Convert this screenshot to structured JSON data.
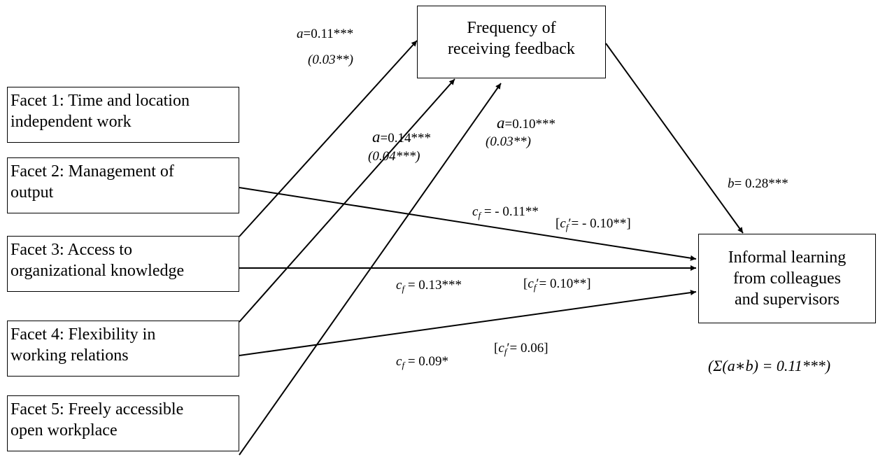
{
  "nodes": {
    "feedback": {
      "lines": [
        "Frequency of",
        "receiving feedback"
      ]
    },
    "outcome": {
      "lines": [
        "Informal learning",
        "from colleagues",
        "and supervisors"
      ]
    },
    "facets": [
      {
        "lines": [
          "Facet 1: Time and location",
          "independent work"
        ]
      },
      {
        "lines": [
          "Facet 2: Management of",
          "output"
        ]
      },
      {
        "lines": [
          "Facet 3: Access to",
          "organizational knowledge"
        ]
      },
      {
        "lines": [
          "Facet 4: Flexibility in",
          "working relations"
        ]
      },
      {
        "lines": [
          "Facet 5: Freely accessible",
          "open workplace"
        ]
      }
    ]
  },
  "paths": {
    "a_facet3": {
      "sym": "a",
      "value": "=0.11***",
      "indirect": "(0.03**)"
    },
    "a_facet4": {
      "sym": "a",
      "value": "=0.14***",
      "indirect": "(0.04***)"
    },
    "a_facet5": {
      "sym": "a",
      "value": "=0.10***",
      "indirect": "(0.03**)"
    },
    "b": {
      "sym": "b",
      "value": "= 0.28***"
    },
    "c_facet2": {
      "sym": "c",
      "sub": "f",
      "value": " = - 0.11**",
      "prime_sym": "c",
      "prime_sub": "f",
      "prime_value": "′= - 0.10**"
    },
    "c_facet3": {
      "sym": "c",
      "sub": "f",
      "value": " = 0.13***",
      "prime_sym": "c",
      "prime_sub": "f",
      "prime_value": "′= 0.10**"
    },
    "c_facet4": {
      "sym": "c",
      "sub": "f",
      "value": " = 0.09*",
      "prime_sym": "c",
      "prime_sub": "f",
      "prime_value": "′= 0.06"
    }
  },
  "total_indirect": "(Σ(a∗b) = 0.11***)"
}
